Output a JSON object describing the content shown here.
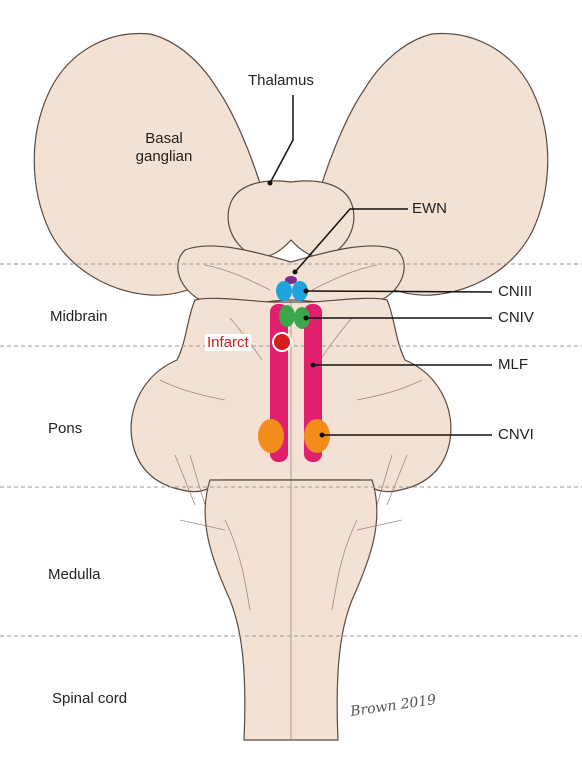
{
  "regions": {
    "midbrain": "Midbrain",
    "pons": "Pons",
    "medulla": "Medulla",
    "spinal_cord": "Spinal cord"
  },
  "structures": {
    "thalamus": "Thalamus",
    "basal_ganglia": "Basal\nganglian"
  },
  "nuclei": {
    "ewn": "EWN",
    "cniii": "CNIII",
    "cniv": "CNIV",
    "mlf": "MLF",
    "cnvi": "CNVI"
  },
  "lesion": {
    "label": "Infarct"
  },
  "colors": {
    "tissue": "#f3e1d3",
    "outline": "#5a4a42",
    "ewn": "#7b2c8f",
    "cniii": "#1ea3dc",
    "cniv": "#3aa84a",
    "mlf": "#e0206e",
    "cnvi": "#f28c1a",
    "infarct": "#d81b1b"
  },
  "signature": {
    "text": "Brown 2019"
  }
}
